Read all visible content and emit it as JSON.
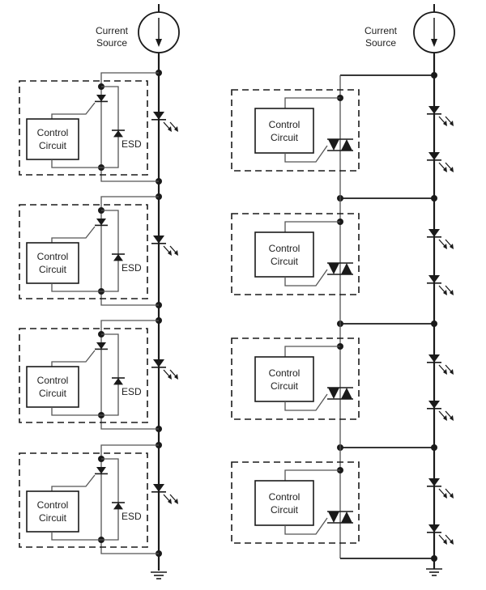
{
  "title": "LED string bypass circuits: ESD-protected shunt vs. triac shunt",
  "left": {
    "source_label_line1": "Current",
    "source_label_line2": "Source",
    "blocks": [
      {
        "control_line1": "Control",
        "control_line2": "Circuit",
        "esd_label": "ESD",
        "leds": 1
      },
      {
        "control_line1": "Control",
        "control_line2": "Circuit",
        "esd_label": "ESD",
        "leds": 1
      },
      {
        "control_line1": "Control",
        "control_line2": "Circuit",
        "esd_label": "ESD",
        "leds": 1
      },
      {
        "control_line1": "Control",
        "control_line2": "Circuit",
        "esd_label": "ESD",
        "leds": 1
      }
    ]
  },
  "right": {
    "source_label_line1": "Current",
    "source_label_line2": "Source",
    "blocks": [
      {
        "control_line1": "Control",
        "control_line2": "Circuit",
        "leds": 2
      },
      {
        "control_line1": "Control",
        "control_line2": "Circuit",
        "leds": 2
      },
      {
        "control_line1": "Control",
        "control_line2": "Circuit",
        "leds": 2
      },
      {
        "control_line1": "Control",
        "control_line2": "Circuit",
        "leds": 2
      }
    ]
  },
  "colors": {
    "line": "#1a1a1a",
    "thin_line": "#555555",
    "background": "#ffffff"
  }
}
